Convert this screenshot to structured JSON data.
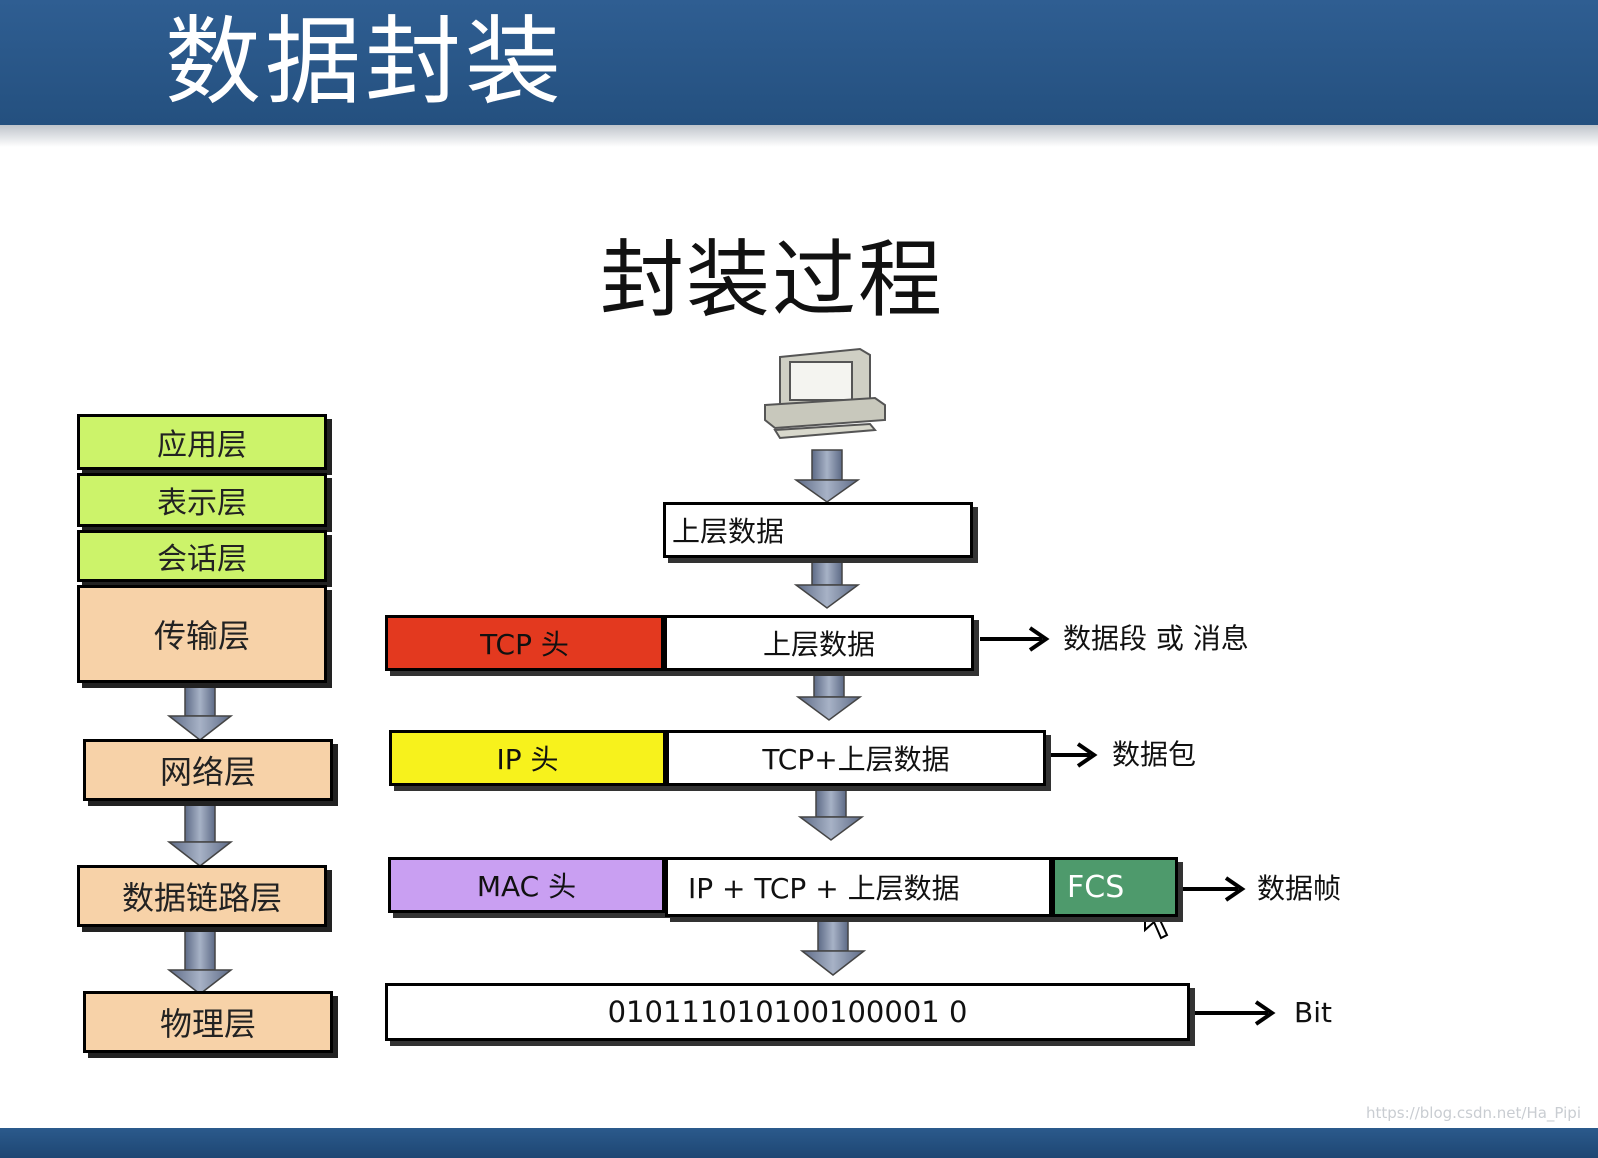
{
  "header": {
    "title": "数据封装"
  },
  "diagram": {
    "title": "封装过程",
    "layers": [
      "应用层",
      "表示层",
      "会话层",
      "传输层",
      "网络层",
      "数据链路层",
      "物理层"
    ],
    "stages": {
      "upper": {
        "data": "上层数据"
      },
      "segment": {
        "header": "TCP 头",
        "data": "上层数据",
        "label": "数据段 或 消息"
      },
      "packet": {
        "header": "IP 头",
        "data": "TCP+上层数据",
        "label": "数据包"
      },
      "frame": {
        "header": "MAC 头",
        "data": "IP + TCP + 上层数据",
        "trailer": "FCS",
        "label": "数据帧"
      },
      "bits": {
        "data": "010111010100100001 0",
        "label": "Bit"
      }
    }
  },
  "watermark": "https://blog.csdn.net/Ha_Pipi",
  "colors": {
    "header_bg": "#2a5888",
    "layer_upper": "#ccf36a",
    "layer_lower": "#f7d2a8",
    "tcp_header": "#e3391f",
    "ip_header": "#f7f21c",
    "mac_header": "#c99ff2",
    "fcs": "#4e9a6c",
    "arrow": "#7e8aa3"
  }
}
